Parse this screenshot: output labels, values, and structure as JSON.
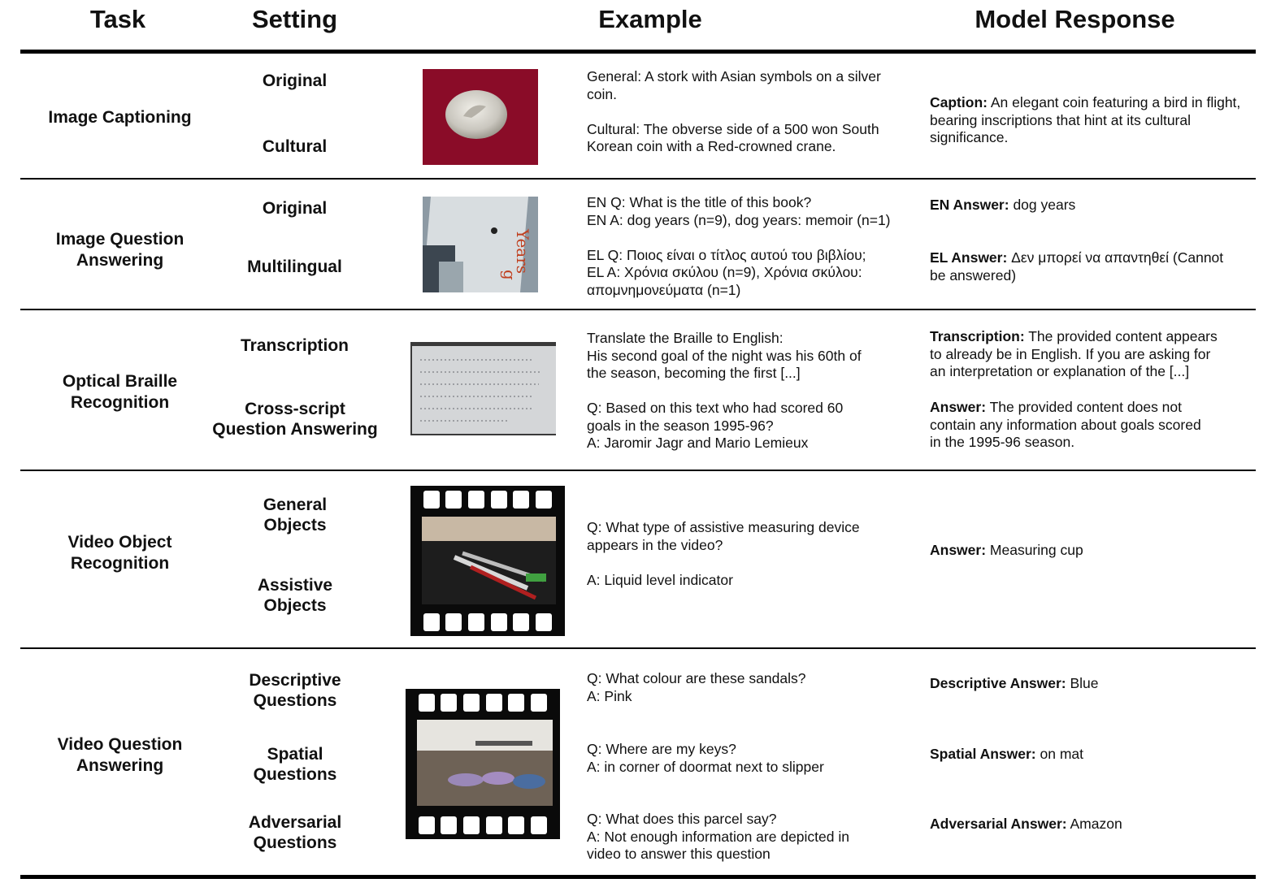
{
  "headers": {
    "task": "Task",
    "setting": "Setting",
    "example": "Example",
    "response": "Model Response"
  },
  "rows": [
    {
      "task": [
        "Image Captioning"
      ],
      "settings": [
        [
          "Original"
        ],
        [
          "Cultural"
        ]
      ],
      "example": [
        "General: A stork with Asian symbols on a silver",
        "coin.",
        "",
        "Cultural: The obverse side of a 500 won South",
        "Korean coin with a Red-crowned crane."
      ],
      "response": [
        {
          "label": "Caption:",
          "text": [
            " An elegant coin featuring a bird in flight,",
            "bearing inscriptions that hint at its cultural",
            "significance."
          ]
        }
      ]
    },
    {
      "task": [
        "Image Question",
        "Answering"
      ],
      "settings": [
        [
          "Original"
        ],
        [
          "Multilingual"
        ]
      ],
      "example": [
        "EN Q: What is the title of this book?",
        "EN A: dog years (n=9), dog years: memoir (n=1)",
        "",
        "EL Q: Ποιος είναι ο τίτλος αυτού του βιβλίου;",
        "EL A: Χρόνια σκύλου (n=9), Χρόνια σκύλου:",
        "απομνημονεύματα (n=1)"
      ],
      "response": [
        {
          "label": "EN Answer:",
          "text": [
            "  dog years"
          ]
        },
        {
          "label": "EL Answer:",
          "text": [
            " Δεν μπορεί να απαντηθεί (Cannot",
            "be answered)"
          ]
        }
      ]
    },
    {
      "task": [
        "Optical Braille",
        "Recognition"
      ],
      "settings": [
        [
          "Transcription"
        ],
        [
          "Cross-script",
          "Question Answering"
        ]
      ],
      "example": [
        "Translate the Braille to English:",
        "His second goal of the night was his 60th of",
        "the season, becoming the first [...]",
        "",
        "Q: Based on this text who had scored 60",
        "goals in the season 1995-96?",
        "A: Jaromir Jagr and Mario Lemieux"
      ],
      "response": [
        {
          "label": "Transcription:",
          "text": [
            " The provided content appears",
            "to already be in English. If you are asking for",
            "an interpretation or explanation of the [...]"
          ]
        },
        {
          "label": "Answer:",
          "text": [
            " The provided content does not",
            "contain any information about goals scored",
            "in the 1995-96 season."
          ]
        }
      ]
    },
    {
      "task": [
        "Video Object",
        "Recognition"
      ],
      "settings": [
        [
          "General",
          "Objects"
        ],
        [
          "Assistive",
          "Objects"
        ]
      ],
      "example": [
        "Q: What type of assistive measuring device",
        "appears in the video?",
        "",
        "A:  Liquid level indicator"
      ],
      "response": [
        {
          "label": "Answer:",
          "text": [
            " Measuring cup"
          ]
        }
      ]
    },
    {
      "task": [
        "Video Question",
        "Answering"
      ],
      "settings": [
        [
          "Descriptive",
          "Questions"
        ],
        [
          "Spatial",
          "Questions"
        ],
        [
          "Adversarial",
          "Questions"
        ]
      ],
      "example": [
        [
          "Q: What colour are these sandals?",
          "A:  Pink"
        ],
        [
          "Q: Where are my keys?",
          "A: in corner of doormat next to slipper"
        ],
        [
          "Q: What does this parcel say?",
          "A: Not enough information are depicted in",
          "video to answer this question"
        ]
      ],
      "response": [
        {
          "label": "Descriptive Answer:",
          "text": [
            " Blue"
          ]
        },
        {
          "label": "Spatial Answer:",
          "text": [
            " on mat"
          ]
        },
        {
          "label": "Adversarial Answer:",
          "text": [
            " Amazon"
          ]
        }
      ]
    }
  ],
  "colors": {
    "coin_bg": "#8e0d2a",
    "film": "#0a0a0a",
    "rule": "#000000"
  }
}
